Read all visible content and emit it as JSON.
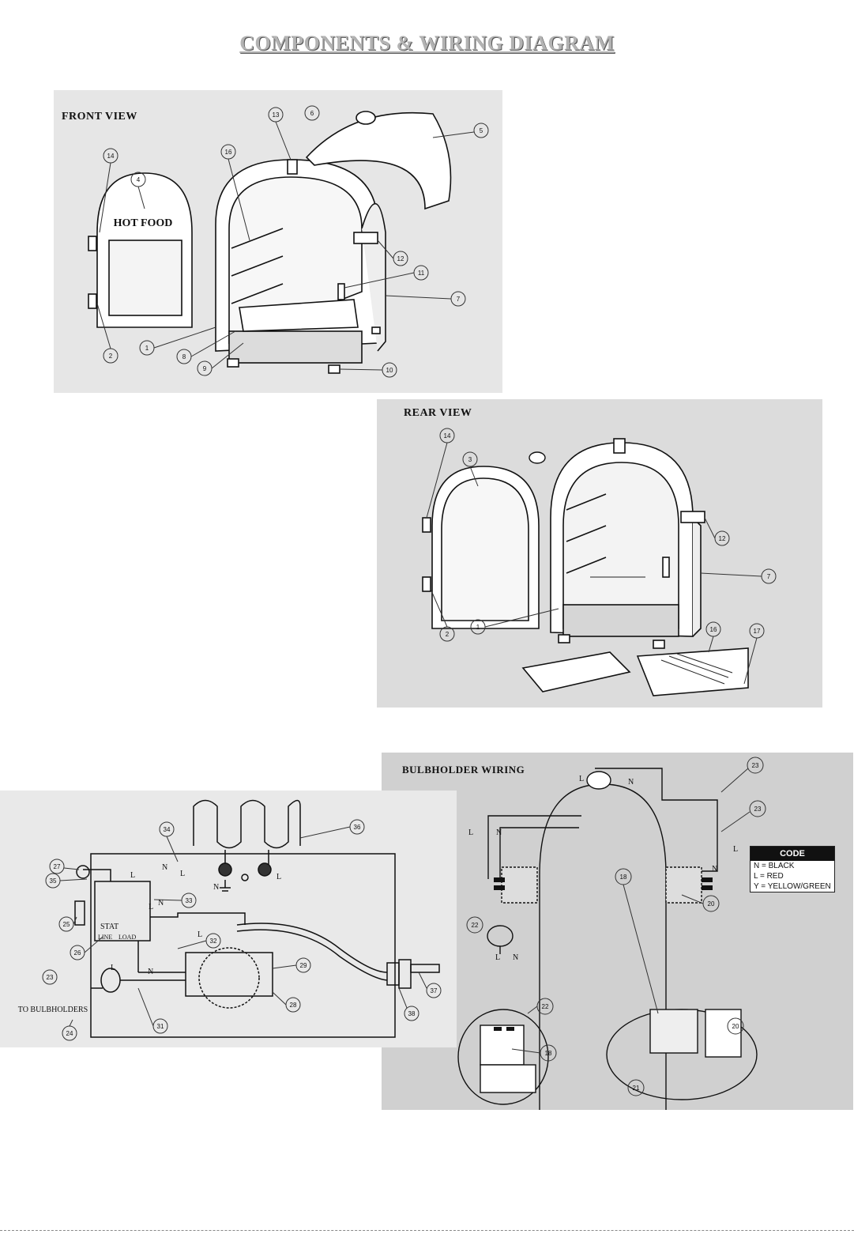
{
  "title": "COMPONENTS & WIRING DIAGRAM",
  "front_view": {
    "label": "FRONT VIEW",
    "door_text": "HOT FOOD",
    "callouts": [
      "14",
      "4",
      "13",
      "6",
      "5",
      "16",
      "12",
      "11",
      "7",
      "1",
      "8",
      "9",
      "10",
      "2"
    ]
  },
  "rear_view": {
    "label": "REAR VIEW",
    "callouts": [
      "14",
      "3",
      "12",
      "7",
      "16",
      "17",
      "2",
      "1"
    ]
  },
  "wiring": {
    "callouts": [
      "34",
      "36",
      "27",
      "35",
      "33",
      "25",
      "26",
      "32",
      "29",
      "23",
      "24",
      "31",
      "28",
      "38",
      "37"
    ],
    "stat_label": "STAT",
    "load_label": "LOAD",
    "line_label": "LINE",
    "to_bulbholders": "TO BULBHOLDERS",
    "letters": [
      "L",
      "N",
      "L",
      "N",
      "L",
      "N",
      "L",
      "N",
      "L",
      "L"
    ]
  },
  "bulbholder_wiring": {
    "label": "BULBHOLDER WIRING",
    "callouts": [
      "23",
      "23",
      "18",
      "20",
      "22",
      "22",
      "18",
      "20",
      "21"
    ],
    "code": {
      "header": "CODE",
      "rows": [
        "N = BLACK",
        "L = RED",
        "Y = YELLOW/GREEN"
      ]
    },
    "letters": [
      "L",
      "N",
      "L",
      "N",
      "L",
      "N",
      "L",
      "N"
    ]
  }
}
